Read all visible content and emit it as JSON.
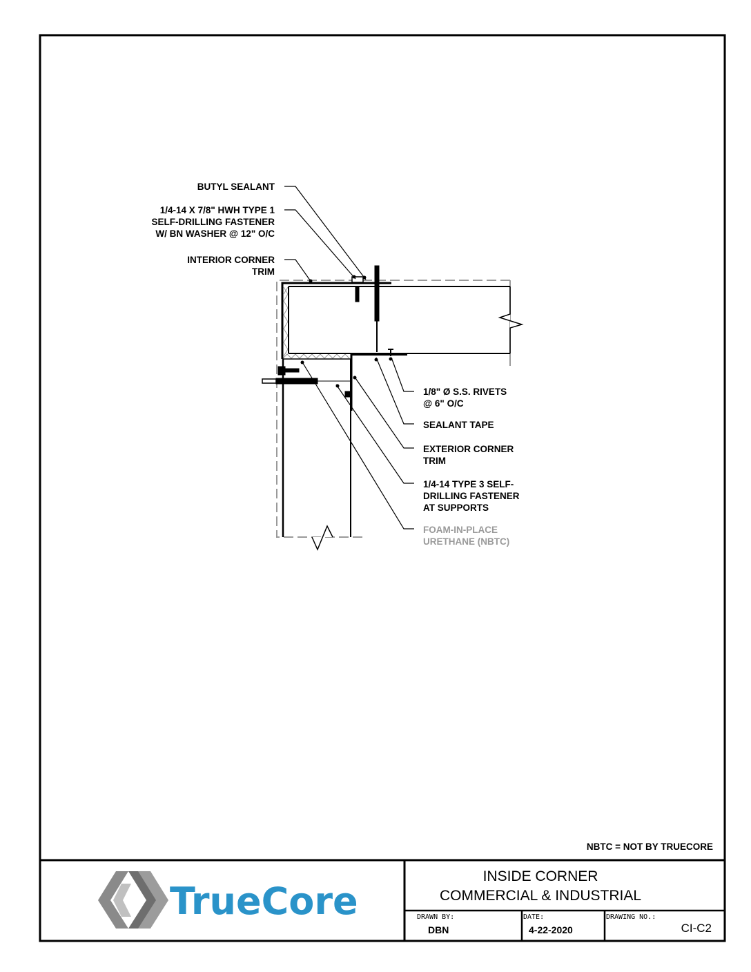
{
  "callouts": {
    "butyl_sealant": "BUTYL SEALANT",
    "fastener_1": [
      "1/4-14 X 7/8\" HWH TYPE 1",
      "SELF-DRILLING FASTENER",
      "W/ BN WASHER @ 12\" O/C"
    ],
    "interior_trim": [
      "INTERIOR CORNER",
      "TRIM"
    ],
    "rivets": [
      "1/8\" Ø S.S. RIVETS",
      "@ 6\" O/C"
    ],
    "sealant_tape": "SEALANT TAPE",
    "exterior_trim": [
      "EXTERIOR CORNER",
      "TRIM"
    ],
    "fastener_3": [
      "1/4-14 TYPE 3 SELF-",
      "DRILLING FASTENER",
      "AT SUPPORTS"
    ],
    "foam": [
      "FOAM-IN-PLACE",
      "URETHANE (NBTC)"
    ]
  },
  "note": "NBTC = NOT BY TRUECORE",
  "title_block": {
    "logo_text": "TrueCore",
    "title_line1": "INSIDE CORNER",
    "title_line2": "COMMERCIAL & INDUSTRIAL",
    "drawn_by_label": "DRAWN BY:",
    "drawn_by": "DBN",
    "date_label": "DATE:",
    "date": "4-22-2020",
    "drawing_no_label": "DRAWING NO.:",
    "drawing_no": "CI-C2"
  },
  "colors": {
    "brand_blue": "#2a93c9",
    "foam_gray": "#9a9a9a"
  }
}
